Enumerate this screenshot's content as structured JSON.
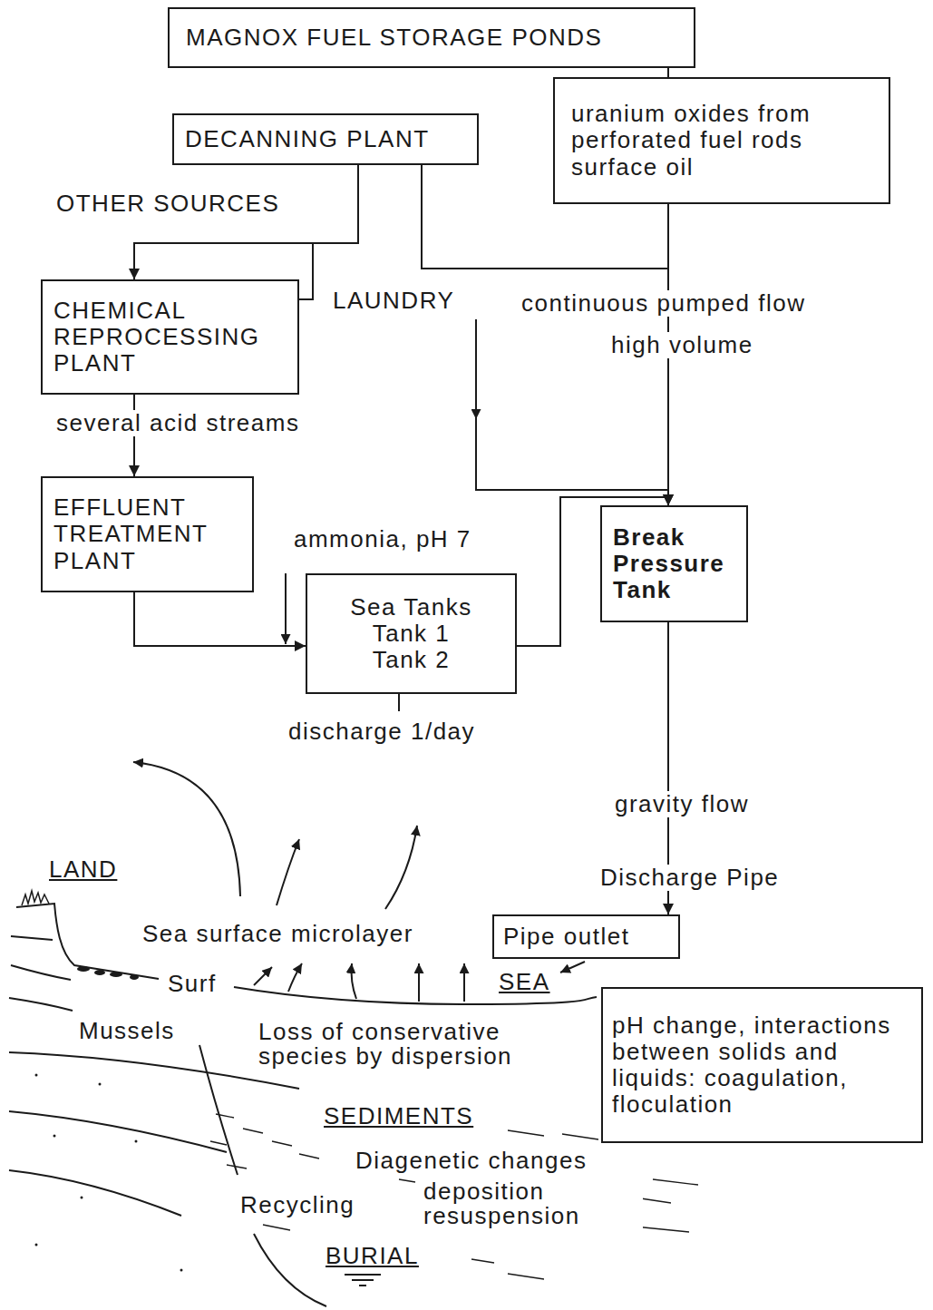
{
  "diagram": {
    "nodes": [
      {
        "text": [
          "MAGNOX FUEL STORAGE PONDS"
        ]
      },
      {
        "text": [
          "DECANNING PLANT"
        ]
      },
      {
        "text": [
          "uranium oxides from perforated fuel rods",
          "surface oil"
        ]
      },
      {
        "text": [
          "CHEMICAL REPROCESSING PLANT"
        ]
      },
      {
        "text": [
          "EFFLUENT TREATMENT PLANT"
        ]
      },
      {
        "text": [
          "Sea Tanks",
          "Tank 1",
          "Tank 2"
        ]
      },
      {
        "text": [
          "Break Pressure Tank"
        ]
      },
      {
        "text": [
          "Pipe outlet"
        ]
      },
      {
        "text": [
          "pH change, interactions between solids and liquids: coagulation, floculation"
        ]
      }
    ],
    "edges": [
      {
        "from": 0,
        "to": 2,
        "arrow": "none"
      },
      {
        "from": 1,
        "to": 3,
        "arrow": "to"
      },
      {
        "from": 3,
        "to": 4,
        "label": "several acid streams",
        "arrow": "to"
      },
      {
        "from": 4,
        "to": 5,
        "arrow": "to"
      },
      {
        "from": 5,
        "to": 6,
        "arrow": "to"
      },
      {
        "from": 1,
        "to": 6,
        "arrow": "to"
      },
      {
        "from": 2,
        "to": 6,
        "label": "continuous pumped flow",
        "arrow": "to"
      },
      {
        "from": 6,
        "to": 7,
        "label": "gravity flow",
        "arrow": "to"
      }
    ],
    "labels": [
      "OTHER SOURCES",
      "LAUNDRY",
      "high volume",
      "ammonia, pH 7",
      "discharge 1/day",
      "Discharge Pipe",
      "LAND",
      "Sea surface microlayer",
      "Surf",
      "SEA",
      "Mussels",
      "Loss of conservative species by dispersion",
      "SEDIMENTS",
      "Diagenetic changes",
      "Recycling",
      "deposition resuspension",
      "BURIAL"
    ]
  }
}
